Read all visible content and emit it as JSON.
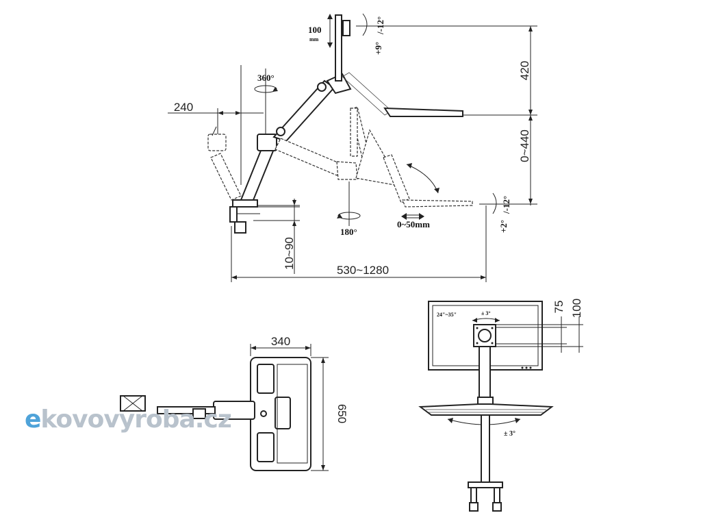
{
  "side_view": {
    "height_top": "420",
    "height_range": "0~440",
    "depth_offset": "240",
    "reach": "530~1280",
    "clamp_thickness": "10~90",
    "monitor_travel": "100",
    "monitor_travel_unit": "mm",
    "swivel_top": "360°",
    "swivel_base": "180°",
    "tilt_monitor_up": "/-12°",
    "tilt_monitor_down": "+9°",
    "tilt_tray_up": "/-12°",
    "tilt_tray_down": "+2°",
    "slide": "0~50mm"
  },
  "top_view": {
    "width": "340",
    "depth": "650"
  },
  "front_view": {
    "screen_size": "24\"~35\"",
    "rotation_head": "± 3°",
    "rotation_tray": "± 3°",
    "vesa_small": "75",
    "vesa_large": "100"
  },
  "logo": {
    "first": "e",
    "rest": "kovovyroba.cz"
  }
}
